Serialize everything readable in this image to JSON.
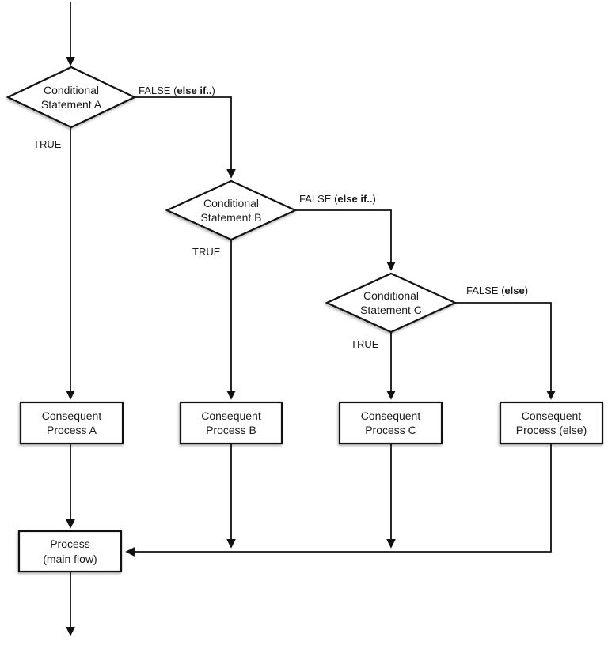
{
  "diagram": {
    "type": "flowchart",
    "description": "if / else-if / else conditional branching flow"
  },
  "nodes": {
    "cond_a": {
      "line1": "Conditional",
      "line2": "Statement A"
    },
    "cond_b": {
      "line1": "Conditional",
      "line2": "Statement B"
    },
    "cond_c": {
      "line1": "Conditional",
      "line2": "Statement C"
    },
    "proc_a": {
      "line1": "Consequent",
      "line2": "Process A"
    },
    "proc_b": {
      "line1": "Consequent",
      "line2": "Process B"
    },
    "proc_c": {
      "line1": "Consequent",
      "line2": "Process C"
    },
    "proc_else": {
      "line1": "Consequent",
      "line2": "Process (else)"
    },
    "proc_main": {
      "line1": "Process",
      "line2": "(main flow)"
    }
  },
  "edge_labels": {
    "true_a": "TRUE",
    "true_b": "TRUE",
    "true_c": "TRUE",
    "false_a": {
      "pre": "FALSE (",
      "bold": "else if..",
      "post": ")"
    },
    "false_b": {
      "pre": "FALSE (",
      "bold": "else if..",
      "post": ")"
    },
    "false_c": {
      "pre": "FALSE (",
      "bold": "else",
      "post": ")"
    }
  },
  "colors": {
    "line": "#111111",
    "shape_fill": "#ffffff",
    "shape_border": "#111111",
    "text": "#1a1a1a",
    "background": "#ffffff"
  }
}
